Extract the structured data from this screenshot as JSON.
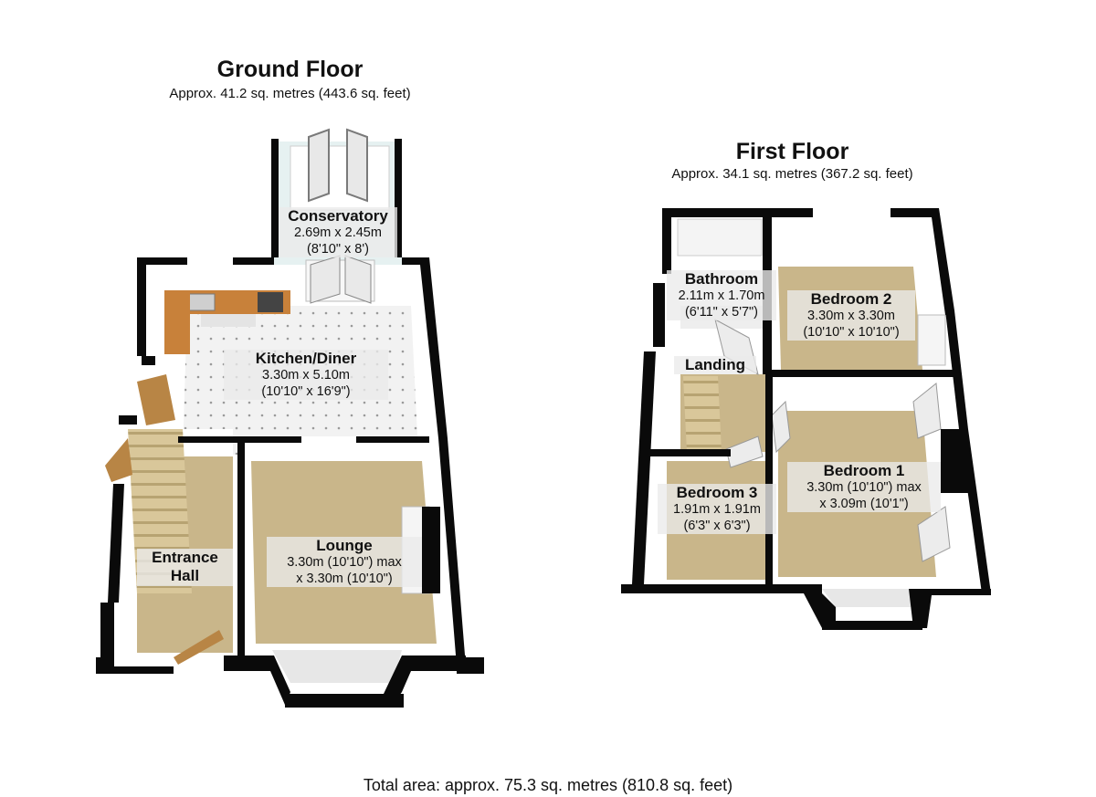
{
  "ground_floor": {
    "title": "Ground Floor",
    "area": "Approx.  41.2 sq. metres (443.6 sq. feet)",
    "rooms": {
      "conservatory": {
        "name": "Conservatory",
        "dim1": "2.69m x 2.45m",
        "dim2": "(8'10\" x 8')"
      },
      "kitchen": {
        "name": "Kitchen/Diner",
        "dim1": "3.30m x 5.10m",
        "dim2": "(10'10\" x 16'9\")"
      },
      "lounge": {
        "name": "Lounge",
        "dim1": "3.30m (10'10\") max",
        "dim2": "x 3.30m (10'10\")"
      },
      "hall": {
        "name1": "Entrance",
        "name2": "Hall"
      }
    }
  },
  "first_floor": {
    "title": "First Floor",
    "area": "Approx.  34.1 sq. metres (367.2 sq. feet)",
    "rooms": {
      "bathroom": {
        "name": "Bathroom",
        "dim1": "2.11m x 1.70m",
        "dim2": "(6'11\" x 5'7\")"
      },
      "bedroom2": {
        "name": "Bedroom 2",
        "dim1": "3.30m x 3.30m",
        "dim2": "(10'10\" x 10'10\")"
      },
      "landing": {
        "name": "Landing"
      },
      "bedroom3": {
        "name": "Bedroom 3",
        "dim1": "1.91m x 1.91m",
        "dim2": "(6'3\" x 6'3\")"
      },
      "bedroom1": {
        "name": "Bedroom 1",
        "dim1": "3.30m (10'10\") max",
        "dim2": "x 3.09m (10'1\")"
      }
    }
  },
  "total_area": "Total area: approx.  75.3 sq. metres (810.8 sq. feet)",
  "colors": {
    "wall": "#0a0a0a",
    "carpet": "#c9b68a",
    "tile": "#f1f1f1",
    "wood": "#b88545",
    "inner_wall": "#ffffff"
  }
}
